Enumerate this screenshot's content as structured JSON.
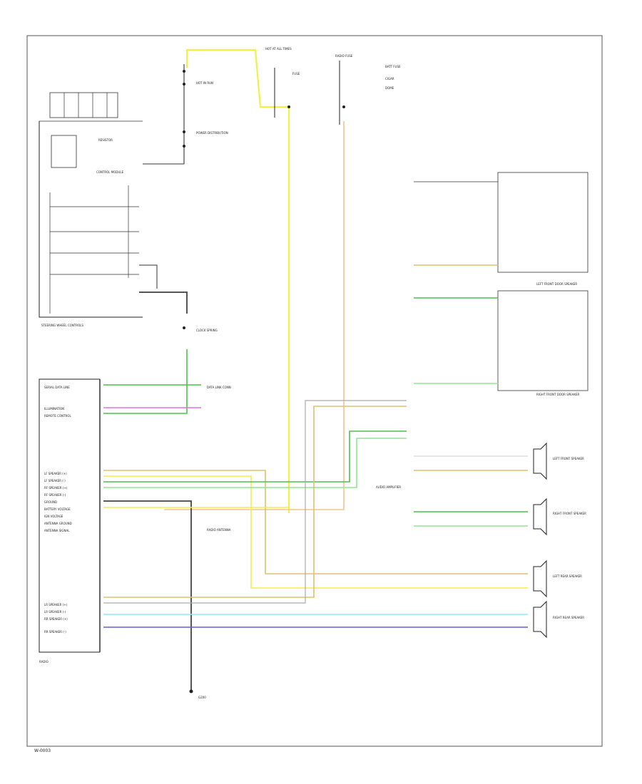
{
  "footer": {
    "code": "W-0003"
  },
  "wire_colors": {
    "yellow": "#f2ee4a",
    "orange": "#f4c48f",
    "tan": "#e0c070",
    "green": "#4cc24c",
    "lt_green": "#8fe88f",
    "dk_grey": "#555555",
    "grey": "#aaaaaa",
    "pink": "#e070e0",
    "lt_blue": "#8fe8f0",
    "dk_blue": "#6060d8",
    "white": "#dddddd"
  },
  "left_module": {
    "name": "RADIO",
    "pins": [
      "SERIAL DATA LINE",
      "ILLUMINATION",
      "REMOTE CONTROL",
      "LF SPEAKER (+)",
      "LF SPEAKER (-)",
      "RF SPEAKER (+)",
      "RF SPEAKER (-)",
      "GROUND",
      "BATTERY VOLTAGE",
      "IGN VOLTAGE",
      "ANTENNA GROUND",
      "ANTENNA SIGNAL",
      "LR SPEAKER (+)",
      "LR SPEAKER (-)",
      "RR SPEAKER (+)",
      "RR SPEAKER (-)"
    ]
  },
  "switch_block": {
    "name": "STEERING WHEEL CONTROLS",
    "notes": [
      "RESISTOR",
      "CONTROL MODULE"
    ]
  },
  "top_labels": [
    "HOT IN RUN",
    "HOT AT ALL TIMES",
    "FUSE",
    "RADIO FUSE",
    "BATT FUSE",
    "CIGAR",
    "DOME",
    "POWER DISTRIBUTION"
  ],
  "right_components": [
    {
      "id": "lf-tweeter",
      "label": "LEFT FRONT DOOR SPEAKER"
    },
    {
      "id": "rf-tweeter",
      "label": "RIGHT FRONT DOOR SPEAKER"
    },
    {
      "id": "lf-door",
      "label": "LEFT FRONT SPEAKER"
    },
    {
      "id": "rf-door",
      "label": "RIGHT FRONT SPEAKER"
    },
    {
      "id": "lr-spk",
      "label": "LEFT REAR SPEAKER"
    },
    {
      "id": "rr-spk",
      "label": "RIGHT REAR SPEAKER"
    }
  ],
  "misc_labels": [
    "CLOCK SPRING",
    "AUDIO AMPLIFIER",
    "RADIO ANTENNA",
    "DATA LINK CONN",
    "G200"
  ]
}
